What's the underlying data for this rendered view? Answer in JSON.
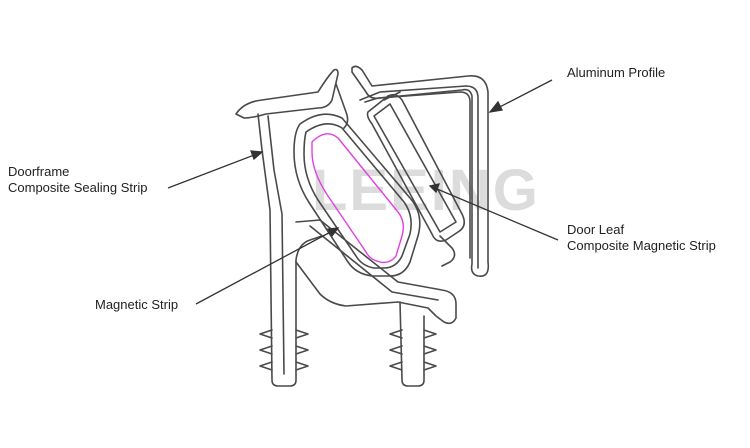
{
  "labels": {
    "aluminum_profile": "Aluminum Profile",
    "doorframe_line1": "Doorframe",
    "doorframe_line2": "Composite Sealing Strip",
    "door_leaf_line1": "Door Leaf",
    "door_leaf_line2": "Composite Magnetic Strip",
    "magnetic_strip": "Magnetic Strip"
  },
  "watermark": "LEEING",
  "colors": {
    "outline": "#4a4a4a",
    "magnet_outline": "#e040e0",
    "watermark": "#d6d6d6",
    "label_text": "#222222"
  }
}
